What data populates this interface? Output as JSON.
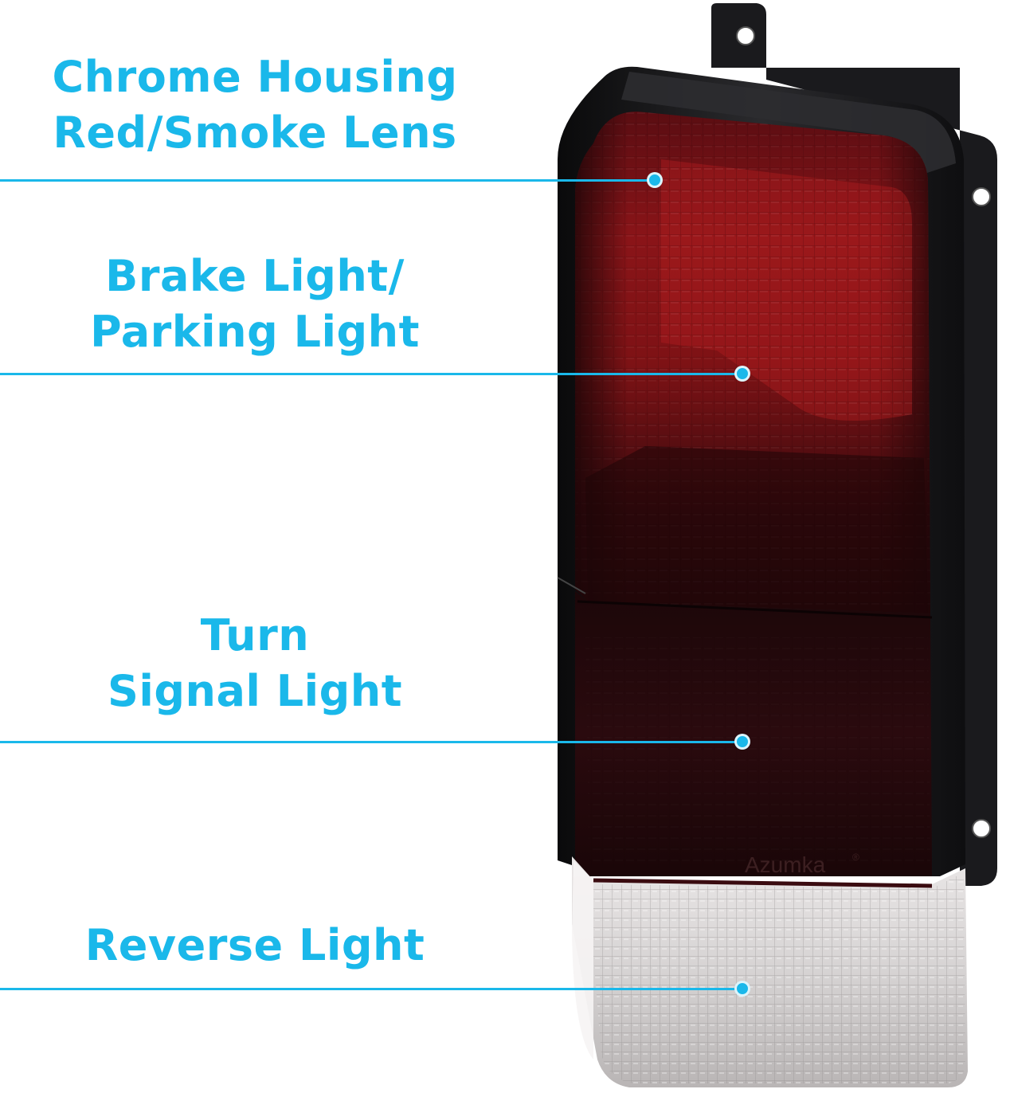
{
  "accent_color": "#1ab8ea",
  "callouts": [
    {
      "id": "housing",
      "lines": [
        "Chrome Housing",
        "Red/Smoke Lens"
      ]
    },
    {
      "id": "brake",
      "lines": [
        "Brake Light/",
        "Parking Light"
      ]
    },
    {
      "id": "turn",
      "lines": [
        "Turn",
        "Signal Light"
      ]
    },
    {
      "id": "reverse",
      "lines": [
        "Reverse Light"
      ]
    }
  ],
  "product": {
    "brand_mark": "Azumka",
    "registered_mark": "®"
  }
}
